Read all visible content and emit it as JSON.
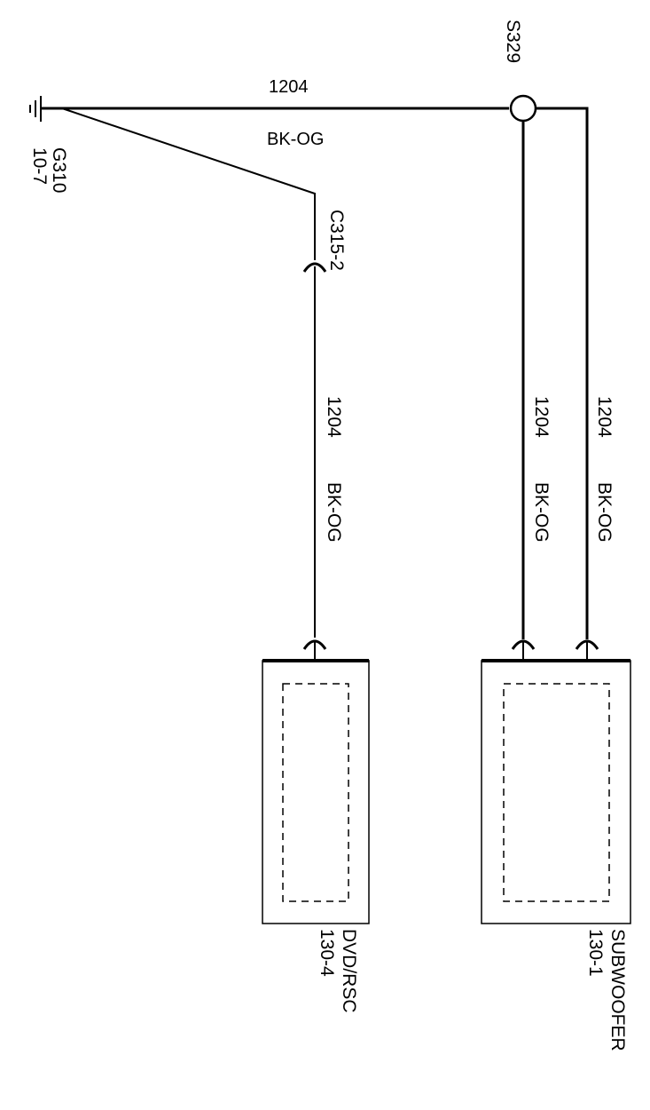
{
  "diagram": {
    "colors": {
      "wire": "#000000",
      "background": "#ffffff"
    },
    "ground": {
      "name": "G310",
      "ref": "10-7",
      "icon": "ground-symbol-icon"
    },
    "splice": {
      "name": "S329",
      "icon": "splice-circle-icon"
    },
    "connector": {
      "name": "C315-2",
      "icon": "connector-chevron-icon"
    },
    "wires": [
      {
        "id": "top",
        "circuit": "1204",
        "color": "BK-OG"
      },
      {
        "id": "dvd",
        "circuit": "1204",
        "color": "BK-OG"
      },
      {
        "id": "sub_left",
        "circuit": "1204",
        "color": "BK-OG"
      },
      {
        "id": "sub_right",
        "circuit": "1204",
        "color": "BK-OG"
      }
    ],
    "components": [
      {
        "id": "dvd",
        "name": "DVD/RSC",
        "ref": "130-4"
      },
      {
        "id": "sub",
        "name": "SUBWOOFER",
        "ref": "130-1"
      }
    ]
  }
}
